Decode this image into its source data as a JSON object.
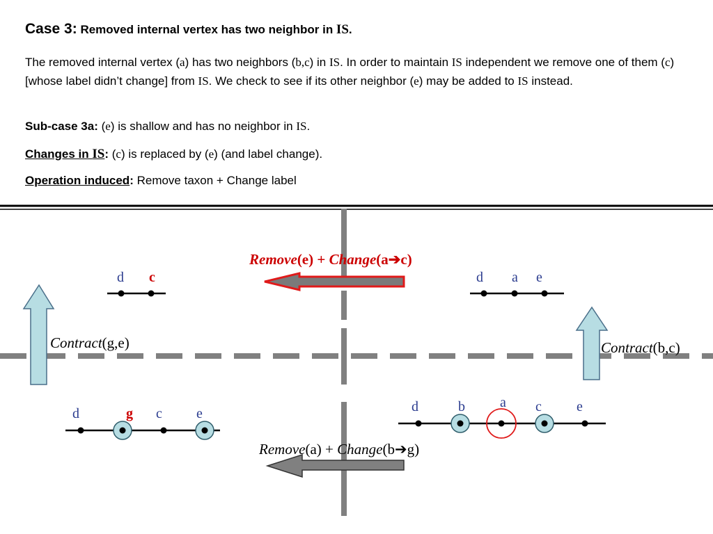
{
  "header": {
    "case_label": "Case 3:",
    "case_title_a": "Removed internal vertex has two neighbor in ",
    "case_title_is": "IS",
    "case_title_end": "."
  },
  "description": {
    "p1": "The removed internal vertex (",
    "p1_a": "a",
    "p2": ") has two neighbors (",
    "p2_bc": "b,c",
    "p3": ") in ",
    "p3_is": "IS",
    "p4": ". In order to maintain ",
    "p4_is": "IS",
    "p5": " independent we remove one of them (",
    "p5_c": "c",
    "p6": ") [whose label didn’t change] from ",
    "p6_is": "IS",
    "p7": ". We check to see if its other neighbor (",
    "p7_e": "e",
    "p8": ") may be added to ",
    "p8_is": "IS",
    "p9": " instead."
  },
  "subcase": {
    "label": "Sub-case 3a:",
    "t1": " (",
    "e": "e",
    "t2": ") is shallow and has no neighbor in ",
    "is": "IS",
    "t3": "."
  },
  "changes": {
    "label": "Changes in ",
    "is": "IS",
    "colon": ":",
    "t1": " (",
    "c": "c",
    "t2": ") is replaced by (",
    "e": "e",
    "t3": ") (and label change)."
  },
  "operation": {
    "label": "Operation induced",
    "colon": ":",
    "text": " Remove taxon + Change label"
  },
  "diagram": {
    "top_op": {
      "remove": "Remove",
      "arg1": "(e) + ",
      "change": "Change",
      "open": "(a",
      "arrow": "➔",
      "close": "c)"
    },
    "bottom_op": {
      "remove": "Remove",
      "arg1": "(a) + ",
      "change": "Change",
      "open": "(b",
      "arrow": "➔",
      "close": "g)"
    },
    "left_contract": {
      "name": "Contract",
      "args": "(g,e)"
    },
    "right_contract": {
      "name": "Contract",
      "args": "(b,c)"
    },
    "top_left_labels": [
      "d",
      "c"
    ],
    "top_right_labels": [
      "d",
      "a",
      "e"
    ],
    "bottom_left_labels": [
      "d",
      "g",
      "c",
      "e"
    ],
    "bottom_right_labels": [
      "d",
      "b",
      "a",
      "c",
      "e"
    ],
    "colors": {
      "label_blue": "#2b3c8f",
      "highlight_red": "#cc0000",
      "node_fill": "#b7dde3",
      "arrow_fill_light": "#b7dde3",
      "arrow_fill_gray": "#808080",
      "divider_gray": "#808080"
    }
  }
}
